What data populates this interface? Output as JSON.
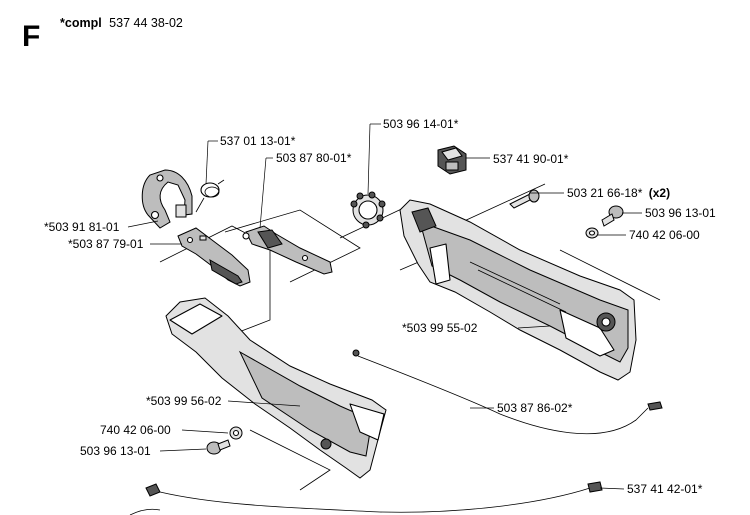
{
  "section_letter": "F",
  "title": {
    "prefix": "*compl",
    "number": "537 44 38-02"
  },
  "labels": {
    "p537011301": "537 01 13-01*",
    "p503878001": "503 87 80-01*",
    "p503961401": "503 96 14-01*",
    "p537419001": "537 41 90-01*",
    "p503216618": "503 21 66-18*",
    "p503216618_qty": "(x2)",
    "p503961301_top": "503 96 13-01",
    "p740420600_top": "740 42 06-00",
    "p503918101": "*503 91 81-01",
    "p503877901": "*503 87 79-01",
    "p503995502": "*503 99 55-02",
    "p503995602": "*503 99 56-02",
    "p503878602": "503 87 86-02*",
    "p740420600_bot": "740 42 06-00",
    "p503961301_bot": "503 96 13-01",
    "p537414201": "537 41 42-01*"
  }
}
